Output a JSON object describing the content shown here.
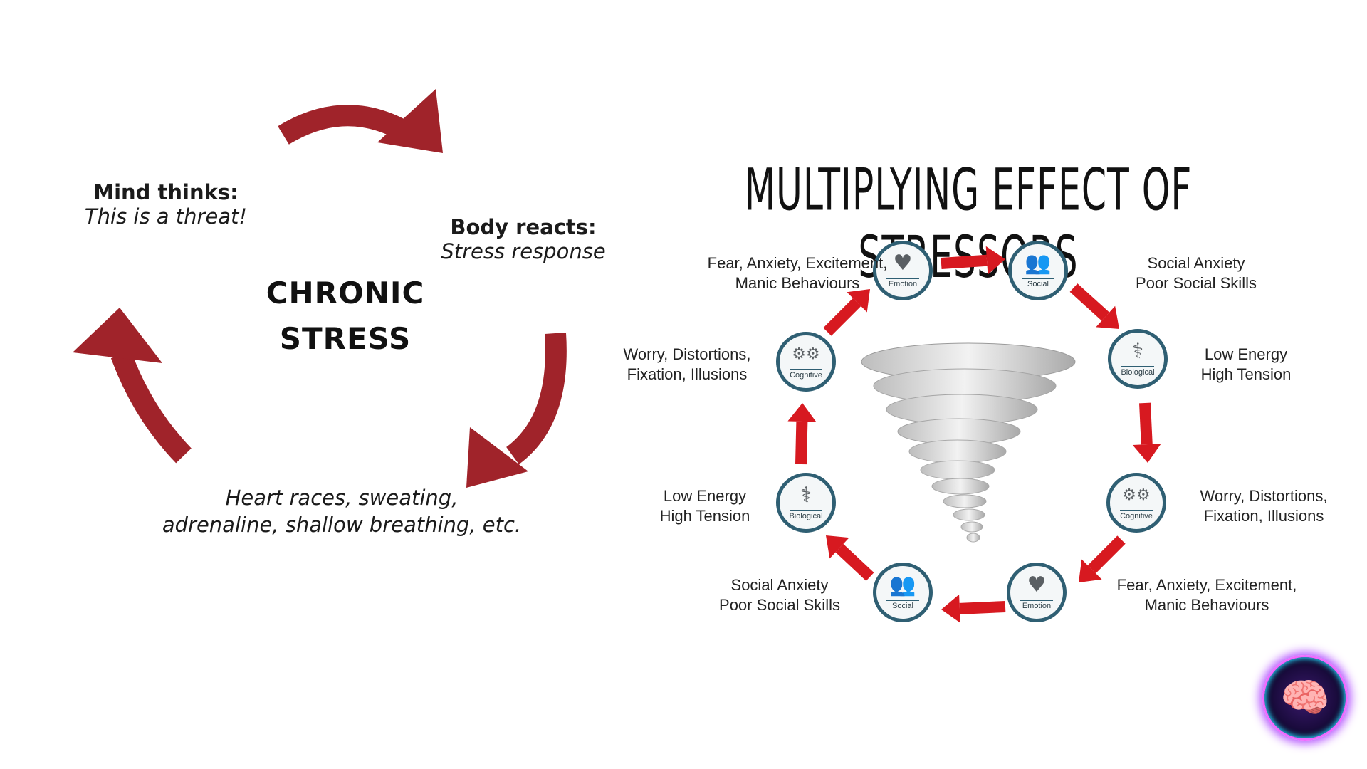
{
  "left_cycle": {
    "mind_title": "Mind thinks:",
    "mind_subtitle": "This is a threat!",
    "body_title": "Body reacts:",
    "body_subtitle": "Stress response",
    "center_line1": "CHRONIC",
    "center_line2": "STRESS",
    "effects_line1": "Heart races, sweating,",
    "effects_line2": "adrenaline, shallow breathing, etc.",
    "arrow_color": "#a0232a"
  },
  "right_cycle": {
    "title": "MULTIPLYING EFFECT OF STRESSORS",
    "arrow_color": "#d71920",
    "ring_color": "#2f5f73",
    "nodes": [
      {
        "label": "Emotion",
        "icon": "heart-icon",
        "glyph": "♥",
        "desc_line1": "Fear, Anxiety, Excitement,",
        "desc_line2": "Manic Behaviours"
      },
      {
        "label": "Social",
        "icon": "people-icon",
        "glyph": "👥",
        "desc_line1": "Social Anxiety",
        "desc_line2": "Poor Social Skills"
      },
      {
        "label": "Biological",
        "icon": "caduceus-icon",
        "glyph": "⚕",
        "desc_line1": "Low Energy",
        "desc_line2": "High Tension"
      },
      {
        "label": "Cognitive",
        "icon": "gears-icon",
        "glyph": "⚙⚙",
        "desc_line1": "Worry, Distortions,",
        "desc_line2": "Fixation, Illusions"
      },
      {
        "label": "Emotion",
        "icon": "heart-icon",
        "glyph": "♥",
        "desc_line1": "Fear, Anxiety, Excitement,",
        "desc_line2": "Manic Behaviours"
      },
      {
        "label": "Social",
        "icon": "people-icon",
        "glyph": "👥",
        "desc_line1": "Social Anxiety",
        "desc_line2": "Poor Social Skills"
      },
      {
        "label": "Biological",
        "icon": "caduceus-icon",
        "glyph": "⚕",
        "desc_line1": "Low Energy",
        "desc_line2": "High Tension"
      },
      {
        "label": "Cognitive",
        "icon": "gears-icon",
        "glyph": "⚙⚙",
        "desc_line1": "Worry, Distortions,",
        "desc_line2": "Fixation, Illusions"
      }
    ],
    "center_image": "tornado-icon"
  },
  "badge": {
    "icon": "brain-icon",
    "glyph": "🧠"
  }
}
